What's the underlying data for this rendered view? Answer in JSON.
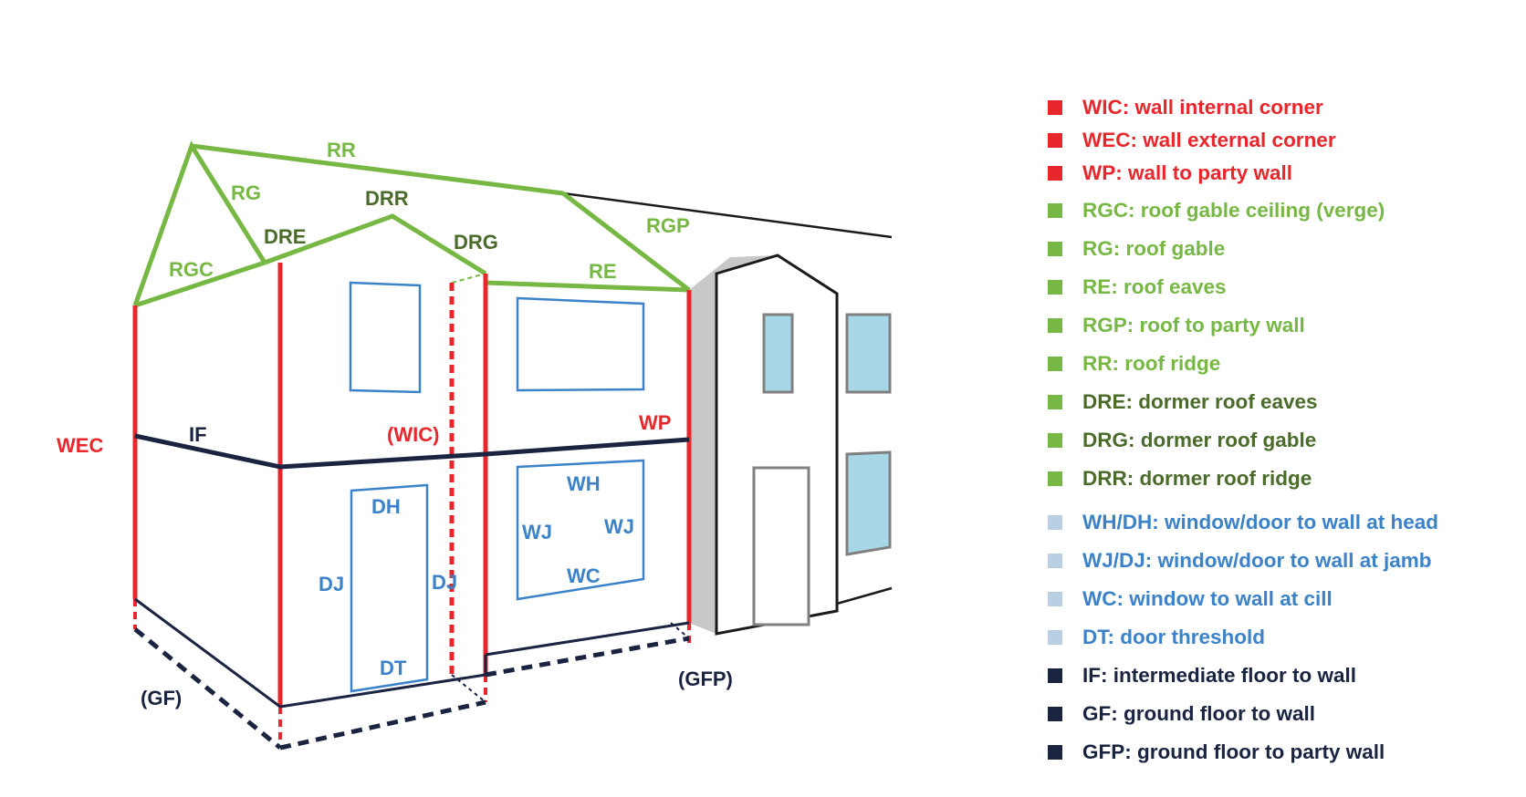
{
  "colors": {
    "wall_red": "#e8262b",
    "roof_green": "#76b843",
    "dormer_green": "#4a6b2a",
    "window_blue": "#3b82c8",
    "window_blue_light": "#b9cfe4",
    "floor_navy": "#1a2340",
    "glass": "#a8d8e8",
    "party_wall_grey": "#c8c8c8"
  },
  "diagram_labels": {
    "wec": "WEC",
    "if": "IF",
    "wic": "(WIC)",
    "wp": "WP",
    "rr": "RR",
    "rg": "RG",
    "rgc": "RGC",
    "dre": "DRE",
    "drr": "DRR",
    "drg": "DRG",
    "rgp": "RGP",
    "re": "RE",
    "dh": "DH",
    "dj_left": "DJ",
    "dj_right": "DJ",
    "dt": "DT",
    "wh": "WH",
    "wj_left": "WJ",
    "wj_right": "WJ",
    "wc": "WC",
    "gf": "(GF)",
    "gfp": "(GFP)"
  },
  "legend": [
    {
      "text": "WIC: wall internal corner",
      "color": "#e8262b",
      "swatch": "#e8262b"
    },
    {
      "text": "WEC: wall external corner",
      "color": "#e8262b",
      "swatch": "#e8262b"
    },
    {
      "text": "WP: wall to party wall",
      "color": "#e8262b",
      "swatch": "#e8262b"
    },
    {
      "text": "RGC: roof gable ceiling (verge)",
      "color": "#76b843",
      "swatch": "#76b843"
    },
    {
      "text": "RG: roof gable",
      "color": "#76b843",
      "swatch": "#76b843"
    },
    {
      "text": "RE: roof eaves",
      "color": "#76b843",
      "swatch": "#76b843"
    },
    {
      "text": "RGP: roof to party wall",
      "color": "#76b843",
      "swatch": "#76b843"
    },
    {
      "text": "RR: roof ridge",
      "color": "#76b843",
      "swatch": "#76b843"
    },
    {
      "text": "DRE: dormer roof eaves",
      "color": "#4a6b2a",
      "swatch": "#76b843"
    },
    {
      "text": "DRG: dormer roof gable",
      "color": "#4a6b2a",
      "swatch": "#76b843"
    },
    {
      "text": "DRR: dormer roof ridge",
      "color": "#4a6b2a",
      "swatch": "#76b843"
    },
    {
      "text": "WH/DH: window/door to wall at head",
      "color": "#3b82c8",
      "swatch": "#b9cfe4"
    },
    {
      "text": "WJ/DJ: window/door to wall at jamb",
      "color": "#3b82c8",
      "swatch": "#b9cfe4"
    },
    {
      "text": "WC: window to wall at cill",
      "color": "#3b82c8",
      "swatch": "#b9cfe4"
    },
    {
      "text": "DT: door threshold",
      "color": "#3b82c8",
      "swatch": "#b9cfe4"
    },
    {
      "text": "IF: intermediate floor to wall",
      "color": "#1a2340",
      "swatch": "#1a2340"
    },
    {
      "text": "GF: ground floor to wall",
      "color": "#1a2340",
      "swatch": "#1a2340"
    },
    {
      "text": "GFP: ground floor to party wall",
      "color": "#1a2340",
      "swatch": "#1a2340"
    }
  ]
}
